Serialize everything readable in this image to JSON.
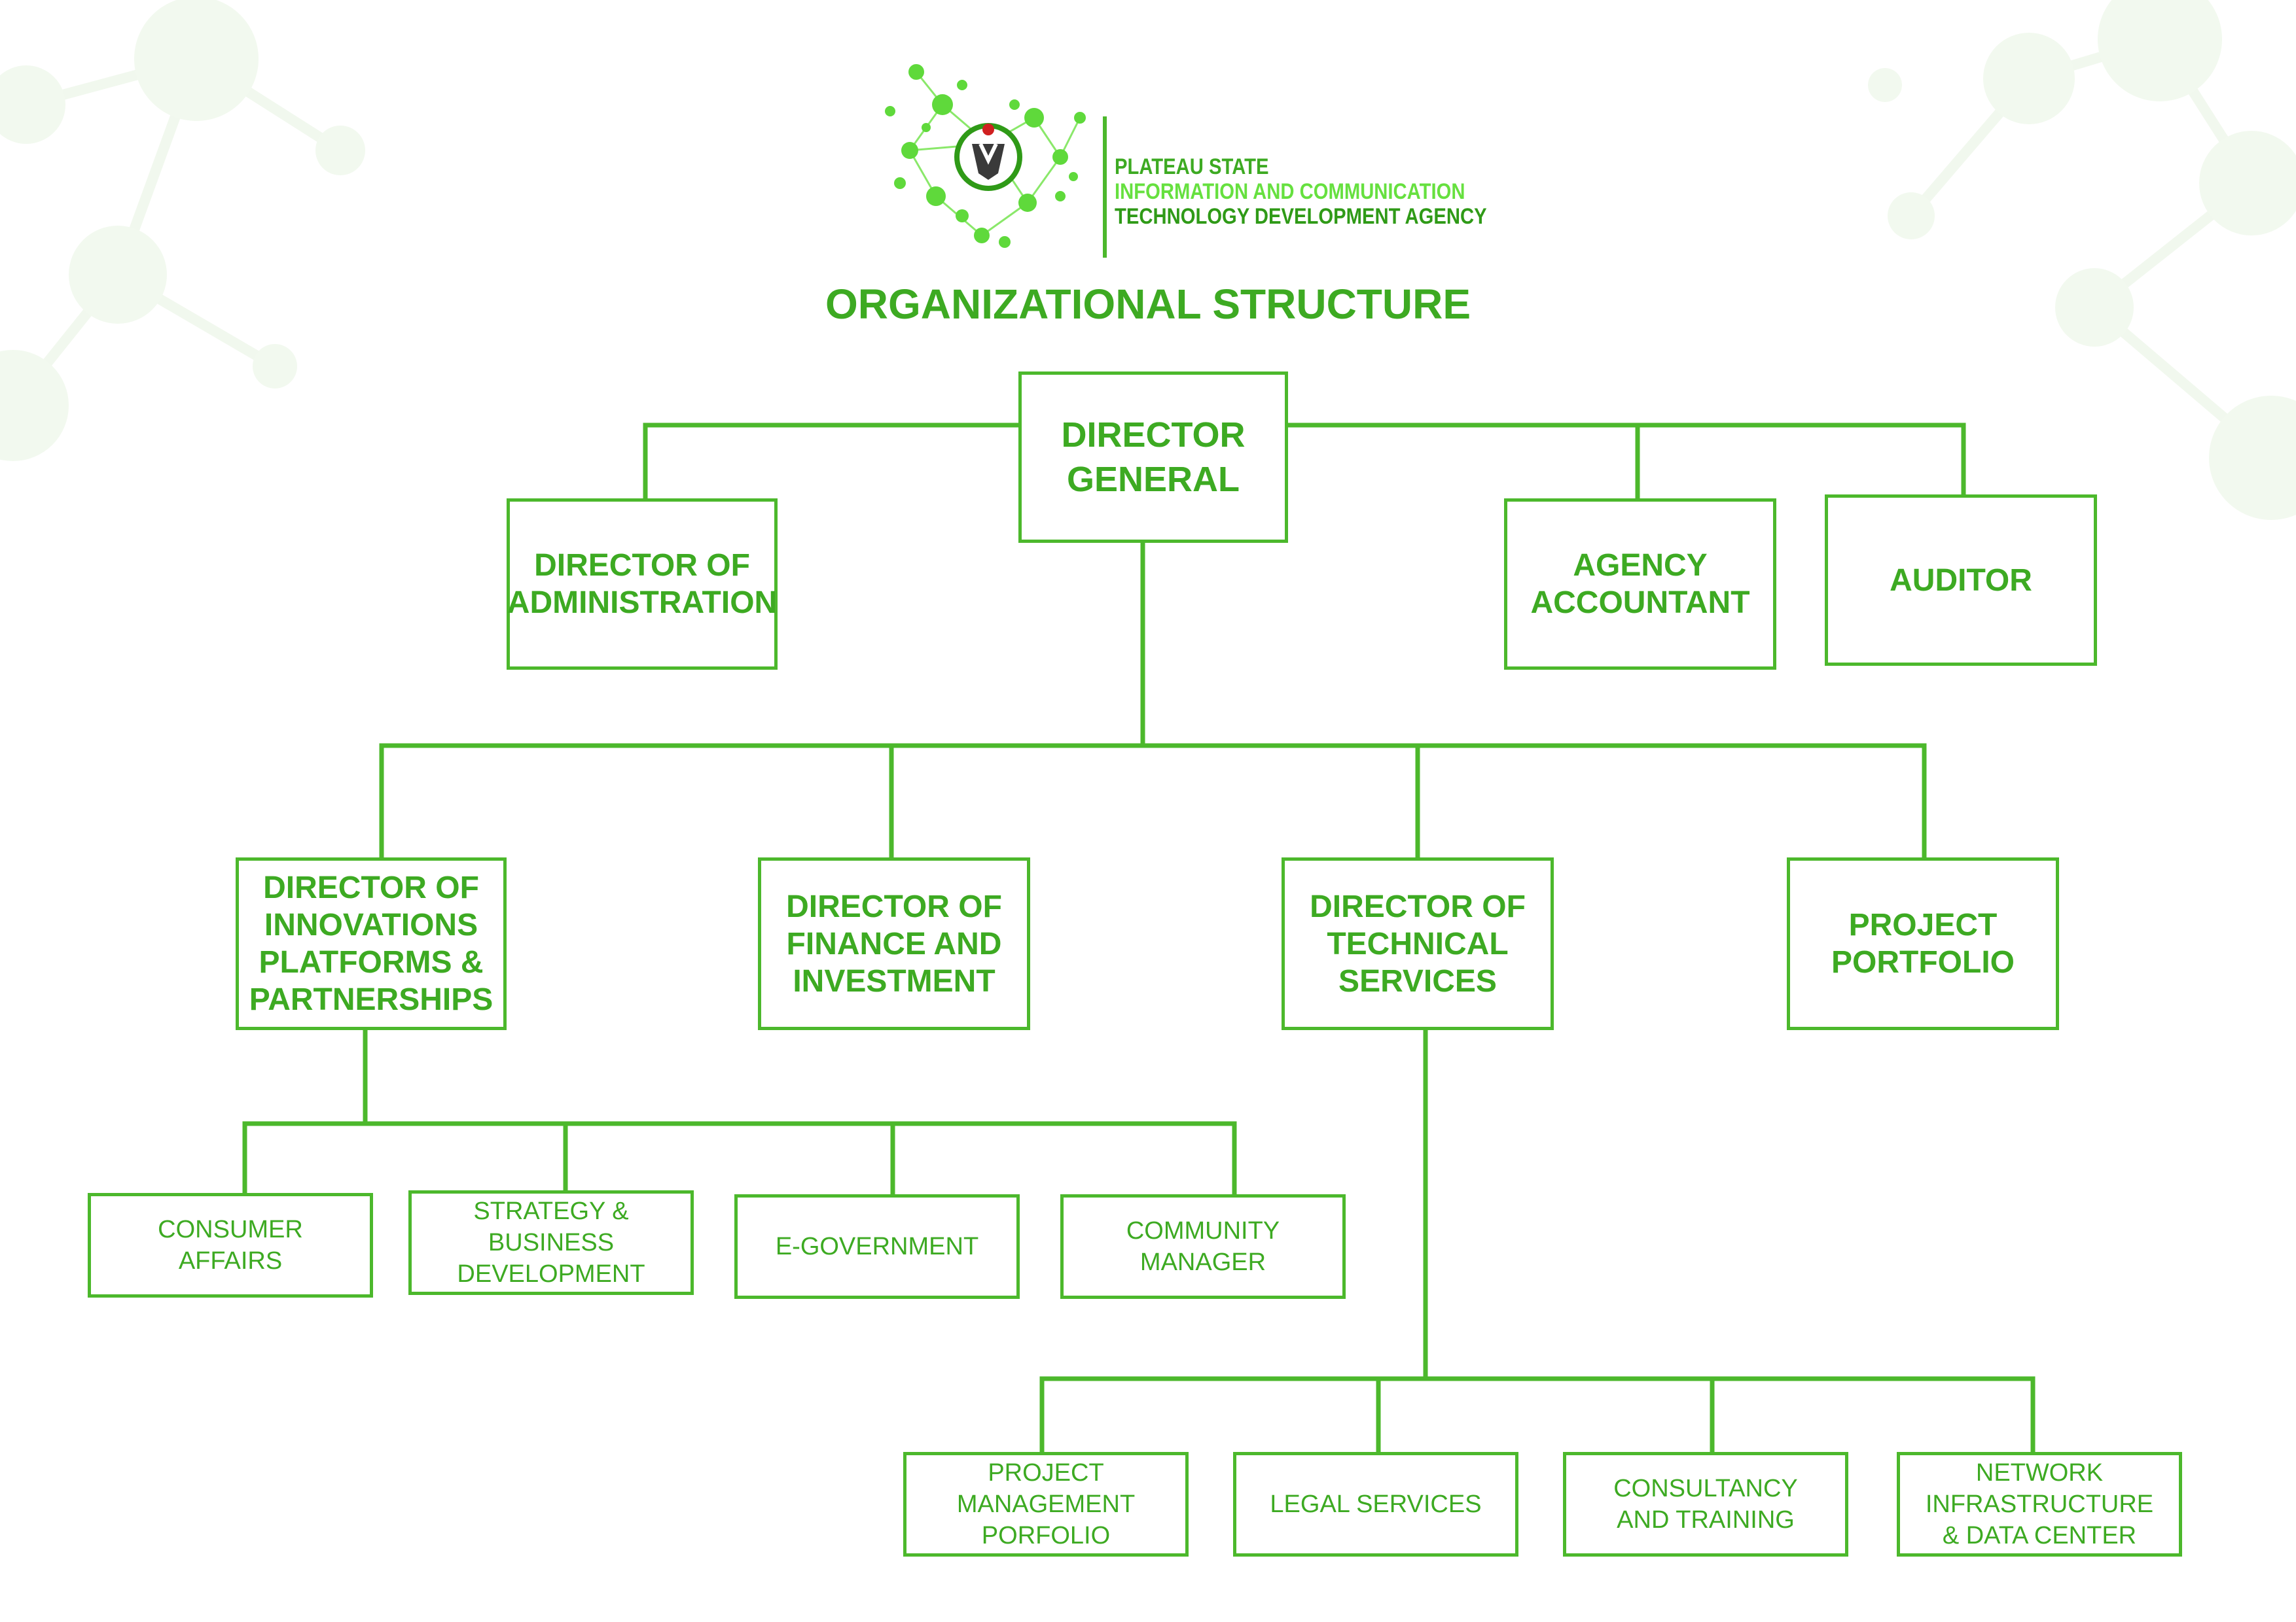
{
  "colors": {
    "accent": "#4cb82c",
    "text": "#3daa22",
    "bright": "#66e03f"
  },
  "header": {
    "logo": {
      "line_1": "PLATEAU STATE",
      "line_2": "INFORMATION AND COMMUNICATION",
      "line_3": "TECHNOLOGY DEVELOPMENT AGENCY"
    },
    "title": "ORGANIZATIONAL STRUCTURE"
  },
  "chart": {
    "director_general": "DIRECTOR\nGENERAL",
    "director_administration": "DIRECTOR OF\nADMINISTRATION",
    "agency_accountant": "AGENCY\nACCOUNTANT",
    "auditor": "AUDITOR",
    "director_innovations": "DIRECTOR  OF\nINNOVATIONS\nPLATFORMS &\nPARTNERSHIPS",
    "director_finance": "DIRECTOR OF\nFINANCE AND\nINVESTMENT",
    "director_technical": "DIRECTOR  OF\nTECHNICAL\nSERVICES",
    "project_portfolio": "PROJECT\nPORTFOLIO",
    "consumer_affairs": "CONSUMER\nAFFAIRS",
    "strategy_business": "STRATEGY &\nBUSINESS\nDEVELOPMENT",
    "e_government": "E-GOVERNMENT",
    "community_manager": "COMMUNITY\nMANAGER",
    "project_management": "PROJECT\nMANAGEMENT\nPORFOLIO",
    "legal_services": "LEGAL SERVICES",
    "consultancy_training": "CONSULTANCY\nAND TRAINING",
    "network_infrastructure": "NETWORK\nINFRASTRUCTURE\n& DATA CENTER"
  }
}
